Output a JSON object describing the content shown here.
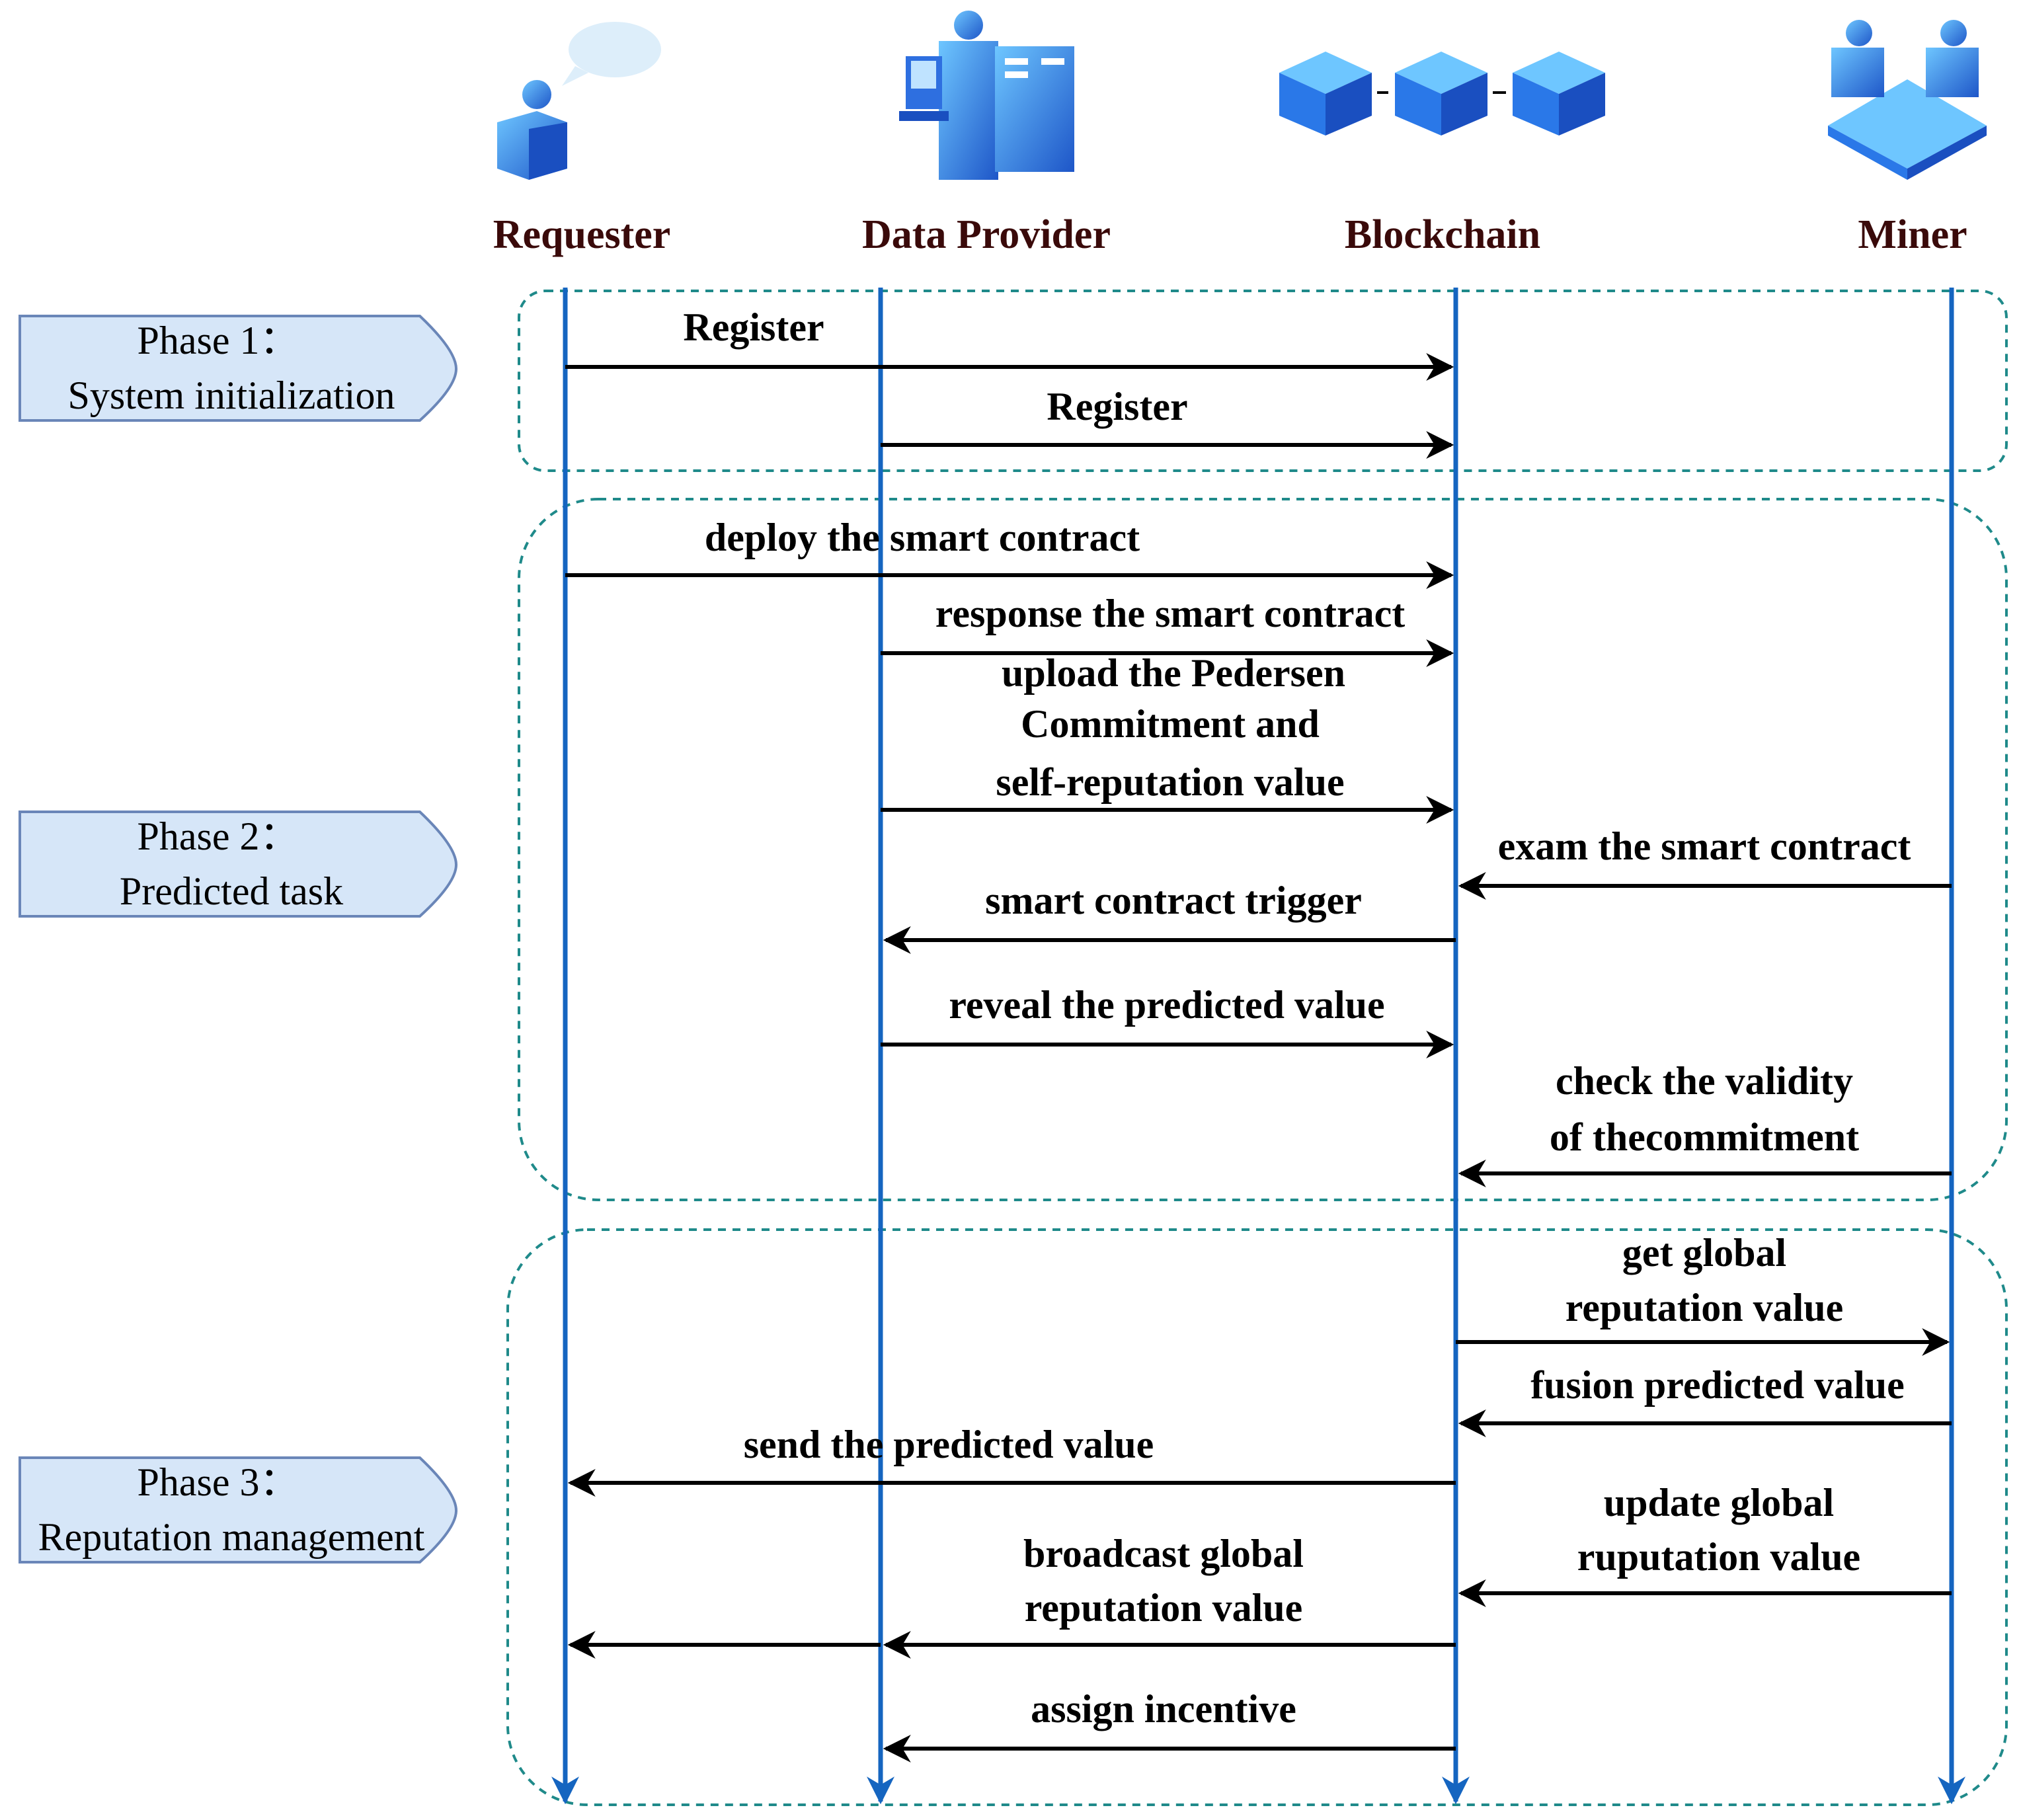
{
  "actors": [
    {
      "label": "Requester",
      "icon": "requester-person-icon"
    },
    {
      "label": "Data Provider",
      "icon": "data-provider-server-icon"
    },
    {
      "label": "Blockchain",
      "icon": "blockchain-cubes-icon"
    },
    {
      "label": "Miner",
      "icon": "miner-platform-icon"
    }
  ],
  "phases": [
    {
      "line1": "Phase 1：",
      "line2": "System initialization"
    },
    {
      "line1": "Phase 2：",
      "line2": "Predicted task"
    },
    {
      "line1": "Phase 3：",
      "line2": "Reputation management"
    }
  ],
  "messages": [
    {
      "from": 0,
      "to": 2,
      "lines": [
        "Register"
      ]
    },
    {
      "from": 1,
      "to": 2,
      "lines": [
        "Register"
      ]
    },
    {
      "from": 0,
      "to": 2,
      "lines": [
        "deploy the smart contract"
      ]
    },
    {
      "from": 1,
      "to": 2,
      "lines": [
        "response the smart contract"
      ]
    },
    {
      "from": 1,
      "to": 2,
      "lines": [
        "upload the Pedersen",
        "Commitment and",
        "self-reputation value"
      ]
    },
    {
      "from": 3,
      "to": 2,
      "lines": [
        "exam the smart contract"
      ]
    },
    {
      "from": 2,
      "to": 1,
      "lines": [
        "smart contract trigger"
      ]
    },
    {
      "from": 1,
      "to": 2,
      "lines": [
        "reveal the predicted value"
      ]
    },
    {
      "from": 3,
      "to": 2,
      "lines": [
        "check the validity",
        "of thecommitment"
      ]
    },
    {
      "from": 2,
      "to": 3,
      "lines": [
        "get global",
        "reputation value"
      ]
    },
    {
      "from": 3,
      "to": 2,
      "lines": [
        "fusion predicted value"
      ]
    },
    {
      "from": 2,
      "to": 0,
      "lines": [
        "send the predicted value"
      ]
    },
    {
      "from": 3,
      "to": 2,
      "lines": [
        "update global",
        "ruputation value"
      ]
    },
    {
      "from": 2,
      "to": 0,
      "lines": [
        "broadcast global",
        "reputation value"
      ]
    },
    {
      "from": 2,
      "to": 1,
      "lines": [
        "assign incentive"
      ]
    }
  ],
  "colors": {
    "lifeline": "#1565c0",
    "arrow": "#000000",
    "phase_border": "#1f8a8a",
    "phase_tag_fill": "#d6e6f8",
    "actor_label": "#3a0a0a"
  }
}
